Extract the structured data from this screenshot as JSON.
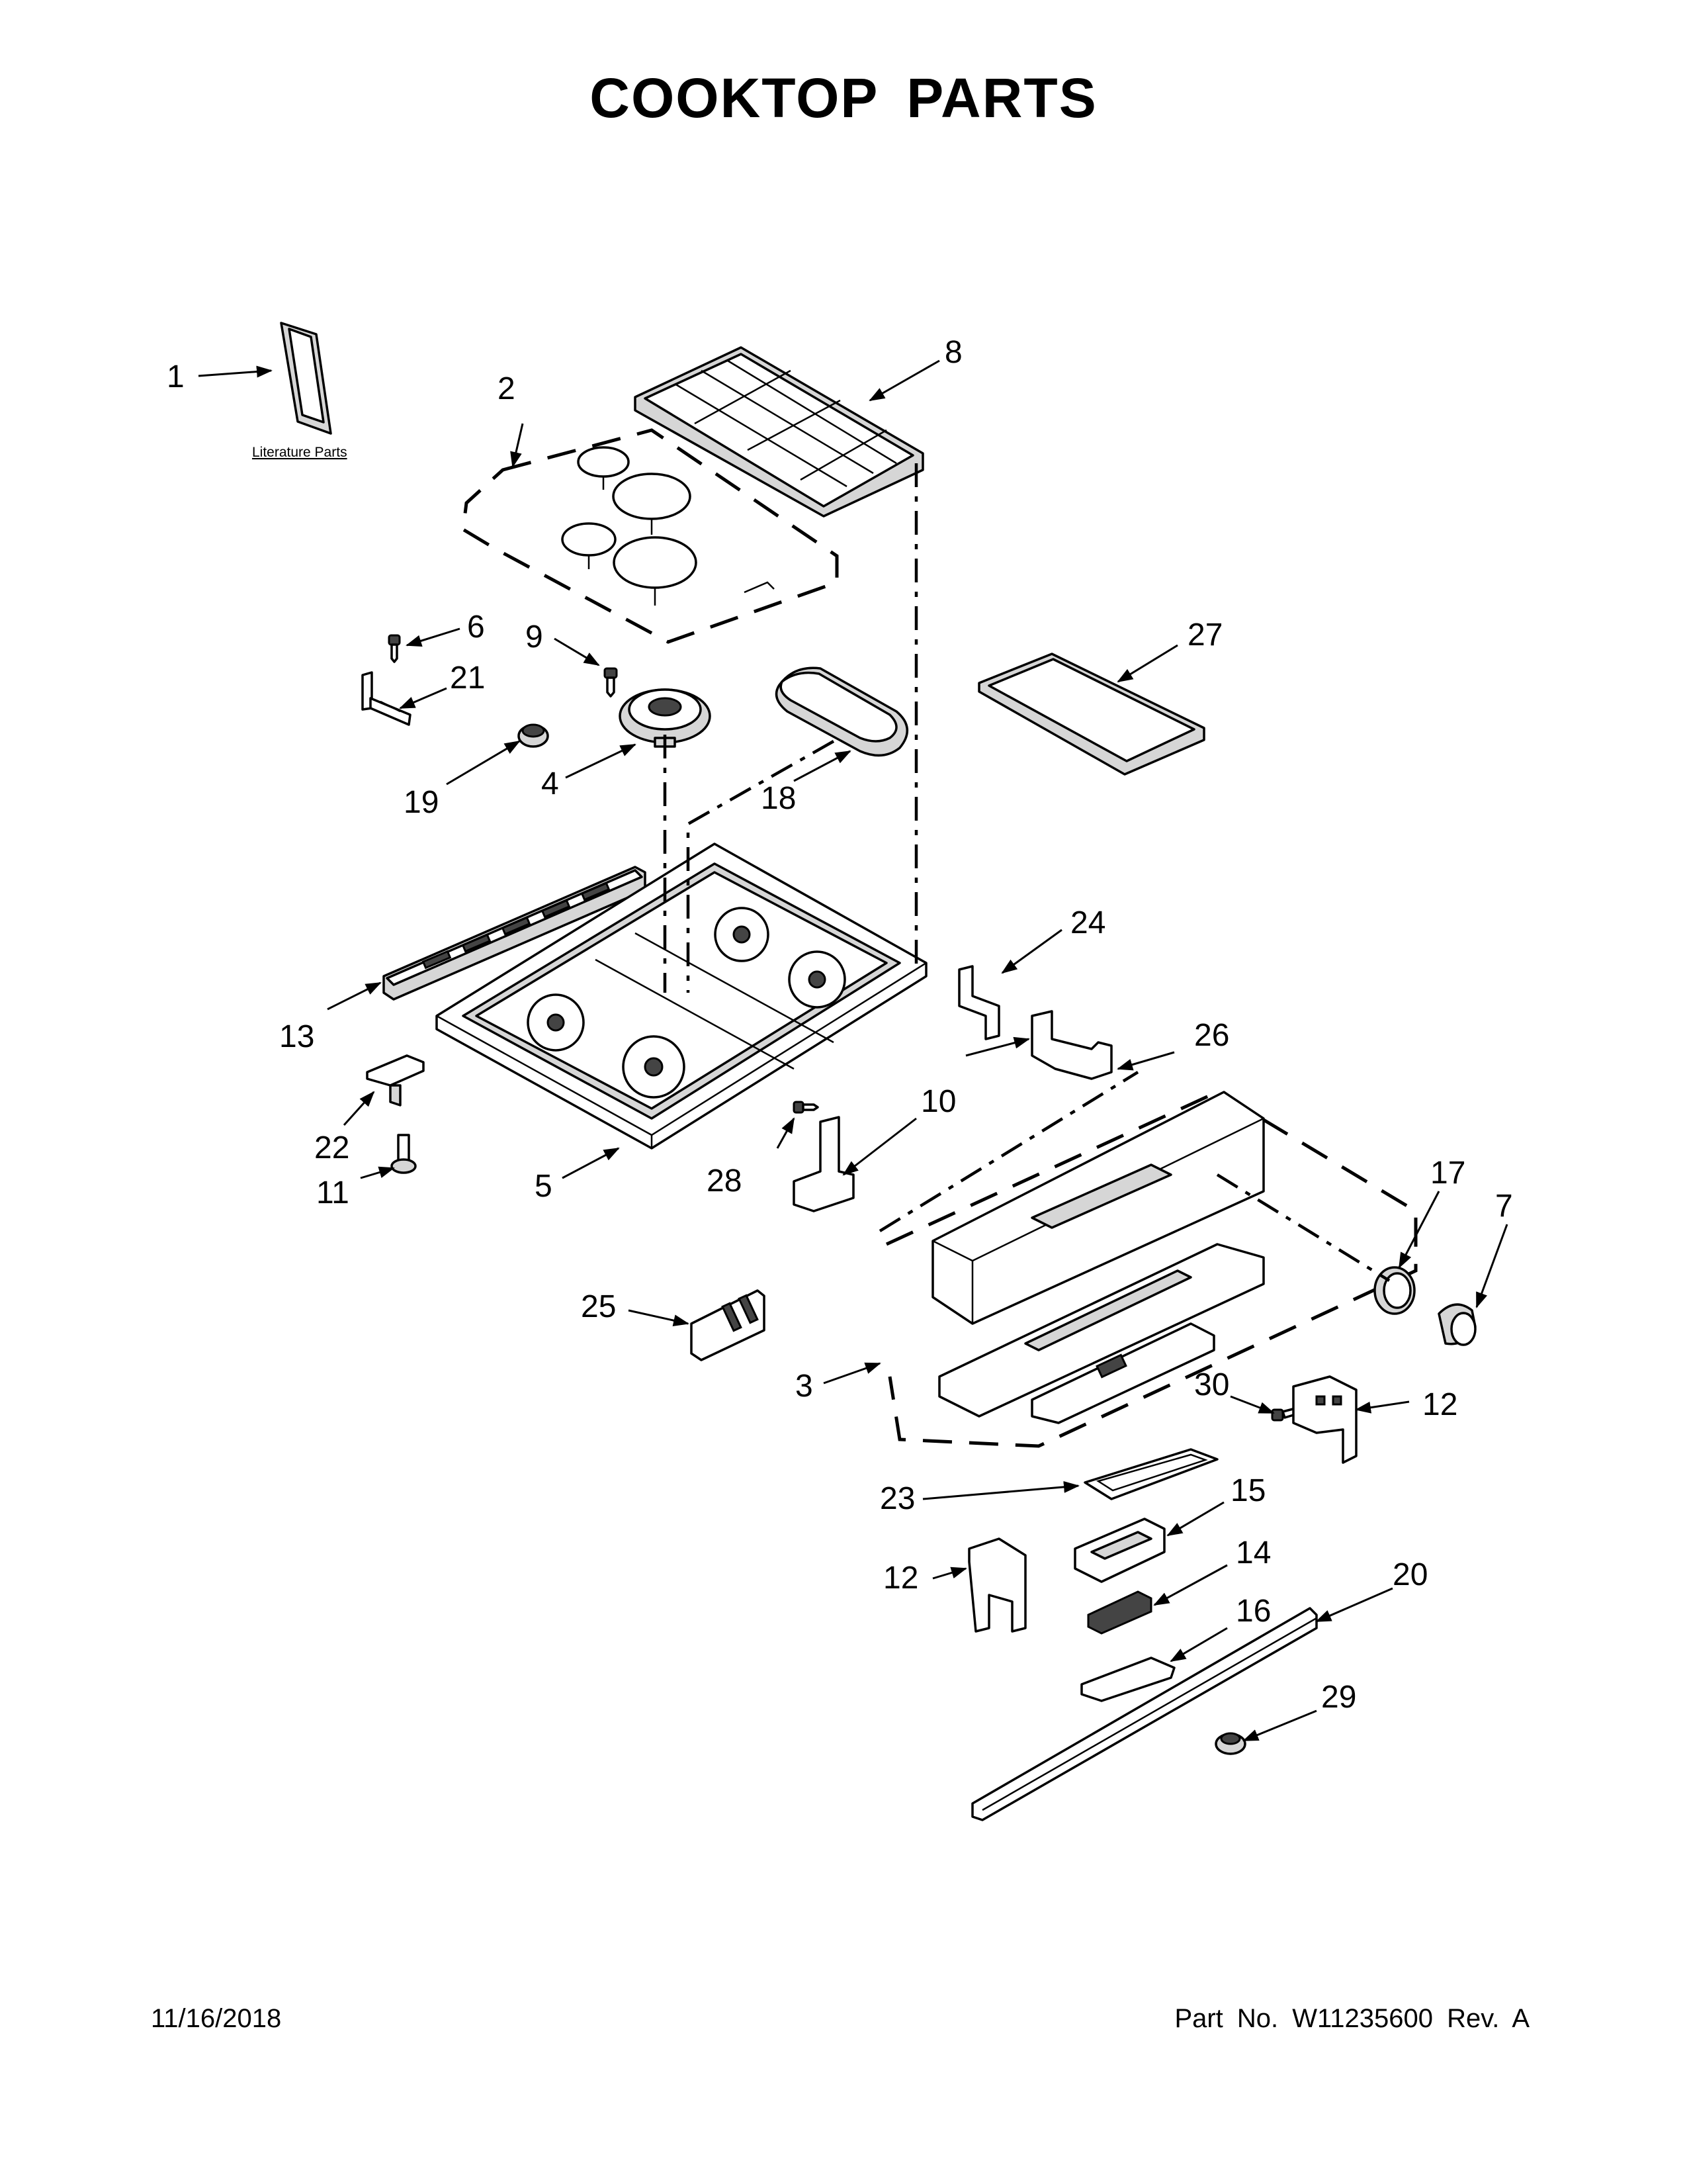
{
  "title": "COOKTOP PARTS",
  "footer": {
    "date": "11/16/2018",
    "part_number": "Part No.  W11235600  Rev.  A"
  },
  "literature_label": "Literature Parts",
  "callouts": {
    "c1": "1",
    "c2": "2",
    "c3": "3",
    "c4": "4",
    "c5": "5",
    "c6": "6",
    "c7": "7",
    "c8": "8",
    "c9": "9",
    "c10": "10",
    "c11": "11",
    "c12a": "12",
    "c12b": "12",
    "c13": "13",
    "c14": "14",
    "c15": "15",
    "c16": "16",
    "c17": "17",
    "c18": "18",
    "c19": "19",
    "c20": "20",
    "c21": "21",
    "c22": "22",
    "c23": "23",
    "c24": "24",
    "c25": "25",
    "c26": "26",
    "c27": "27",
    "c28": "28",
    "c29": "29",
    "c30": "30"
  }
}
